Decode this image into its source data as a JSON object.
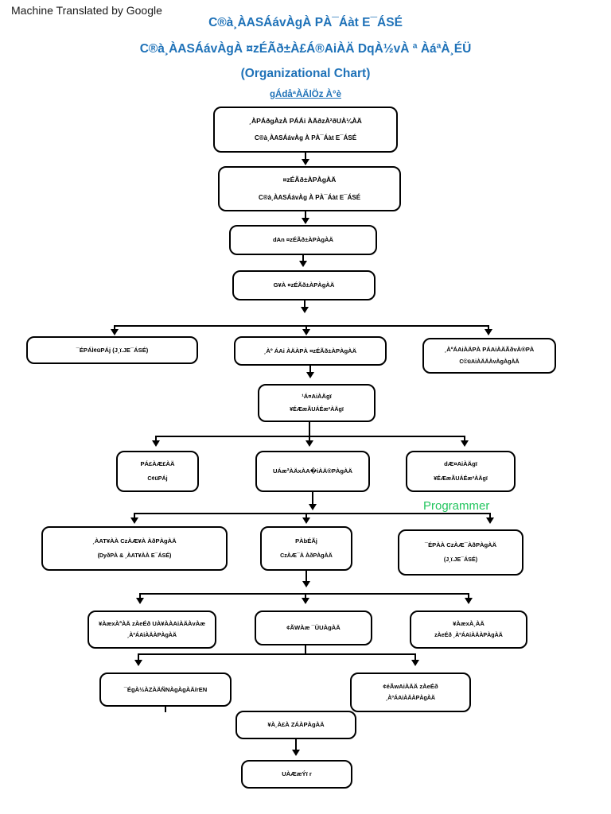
{
  "page": {
    "watermark": "Machine Translated by Google",
    "accent_blue": "#1f72b8",
    "annotation_green": "#22c55e",
    "box_border": "#000000",
    "background": "#ffffff"
  },
  "header": {
    "title_line1": "C®à¸ÀASÁávÀgÀ PÀ¯Áàt E¯ÁSÉ",
    "title_line2": "C®à¸ÀASÁávÀgÀ ¤zÉÃð±À£Á®AiÀÄ DqÀ½vÀ ª ÀáªÀ¸ÉÜ",
    "title_line3": "(Organizational Chart)",
    "subtitle": "gÁdåªÀÄlÖz À°è"
  },
  "annotation": {
    "programmer_label": "Programmer"
  },
  "chart_data": {
    "type": "diagram",
    "title": "C®à¸ÀASÁávÀgÀ PÀ¯Áàt E¯ÁSÉ Organizational Chart",
    "nodes": [
      {
        "id": "n1",
        "line1": "¸ÀPÁðgÀzÀ PÁÁi ÀÄðzÀ²ðUÀ¼ÀÄ",
        "line2": "C®à¸ÀASÁávÀg À PÀ¯Áàt E¯ÁSÉ",
        "level": 0
      },
      {
        "id": "n2",
        "line1": "¤zÉÃð±ÀPÀgÀÄ",
        "line2": "C®à¸ÀASÁávÀg À PÀ¯Áàt E¯ÁSÉ",
        "level": 1
      },
      {
        "id": "n3",
        "line1": "dAn ¤zÉÃð±ÀPÀgÀÄ",
        "line2": "",
        "level": 2
      },
      {
        "id": "n4",
        "line1": "G¥À ¤zÉÃð±ÀPÀgÀÄ",
        "line2": "",
        "level": 3
      },
      {
        "id": "n5",
        "line1": "¯ÉPÁÌ¢üPÁj (J¸ï.JE¯ÁSÉ)",
        "line2": "",
        "level": 4
      },
      {
        "id": "n6",
        "line1": "¸Àº ÁAi ÀÄÀPÀ ¤zÉÃð±ÀPÀgÀÄ",
        "line2": "",
        "level": 4
      },
      {
        "id": "n7",
        "line1": "¸ÀºÁAiÀÄPÀ PÁAiÀÄÃðvÀ®PÀ",
        "line2": "C©üAiÀÄÄÀvÀgÀgÀÄ",
        "level": 4
      },
      {
        "id": "n8",
        "line1": "¹Á¤AiÀÄgï",
        "line2": "¥ÉÆæÃUÁÉæªÀÄgï",
        "level": 5
      },
      {
        "id": "n9",
        "line1": "PÁ£ÀÆ£ÀÄ",
        "line2": "C¢üPÁj",
        "level": 6
      },
      {
        "id": "n10",
        "line1": "UÁæªÀÄxÀA�iÀÄ®PÀgÀÄ",
        "line2": "",
        "level": 6
      },
      {
        "id": "n11",
        "line1": "dÆ¤AiÀÄgï",
        "line2": "¥ÉÆæÃUÁÉæªÀÄgï",
        "level": 6
      },
      {
        "id": "n12",
        "line1": "¸ÀAT¥ÀÀ CzÀÆ¥À ÀðPÀgÀÄ",
        "line2": "(DyðPÀ & ¸ÀAT¥ÀÀ E¯ÁSÉ)",
        "level": 7
      },
      {
        "id": "n13",
        "line1": "PÀbÉÃj",
        "line2": "CzÀÆ¯À ÀðPÀgÀÄ",
        "level": 7
      },
      {
        "id": "n14",
        "line1": "¯ÉPÀÀ CzÀÆ¯ÀðPÀgÀÄ",
        "line2": "(J¸ï.JE¯ÁSÉ)",
        "level": 7
      },
      {
        "id": "n15",
        "line1": "¥ÀæxÀªÀÄ zÀeÉð UÀ¥ÀÀAiÀÄÀvÀæ",
        "line2": "¸ÀºÁAiÀÄÀPÀgÀÄ",
        "level": 8
      },
      {
        "id": "n16",
        "line1": "¢ÃWÀæ ¯ÜUÀgÀÄ",
        "line2": "",
        "level": 8
      },
      {
        "id": "n17",
        "line1": "¥ÀæxÀ¸ÀÄ",
        "line2": "zÀeÉð ¸ÀºÁAiÀÄÀPÀgÀÄ",
        "level": 8
      },
      {
        "id": "n18",
        "line1": "¯ÉgÀ½ÀZÀÄÑNÀgÀgÀÄ/rEN",
        "line2": "",
        "level": 9
      },
      {
        "id": "n19",
        "line1": "¢éÃwAiÀÄÄ zÀeÉð",
        "line2": "¸ÀºÁAiÀÄÀPÀgÀÄ",
        "level": 9
      },
      {
        "id": "n20",
        "line1": "¥À¸À£À ZÁÀPÀgÀÄ",
        "line2": "",
        "level": 10
      },
      {
        "id": "n21",
        "line1": "UÀÆæÝï r",
        "line2": "",
        "level": 11
      }
    ],
    "edges": [
      {
        "from": "n1",
        "to": "n2"
      },
      {
        "from": "n2",
        "to": "n3"
      },
      {
        "from": "n3",
        "to": "n4"
      },
      {
        "from": "n4",
        "to": "n5"
      },
      {
        "from": "n4",
        "to": "n6"
      },
      {
        "from": "n4",
        "to": "n7"
      },
      {
        "from": "n6",
        "to": "n8"
      },
      {
        "from": "n8",
        "to": "n9"
      },
      {
        "from": "n8",
        "to": "n10"
      },
      {
        "from": "n8",
        "to": "n11"
      },
      {
        "from": "n10",
        "to": "n12"
      },
      {
        "from": "n10",
        "to": "n13"
      },
      {
        "from": "n10",
        "to": "n14"
      },
      {
        "from": "n13",
        "to": "n15"
      },
      {
        "from": "n13",
        "to": "n16"
      },
      {
        "from": "n13",
        "to": "n17"
      },
      {
        "from": "n16",
        "to": "n18"
      },
      {
        "from": "n16",
        "to": "n19"
      },
      {
        "from": "n18",
        "to": "n20"
      },
      {
        "from": "n20",
        "to": "n21"
      }
    ]
  }
}
